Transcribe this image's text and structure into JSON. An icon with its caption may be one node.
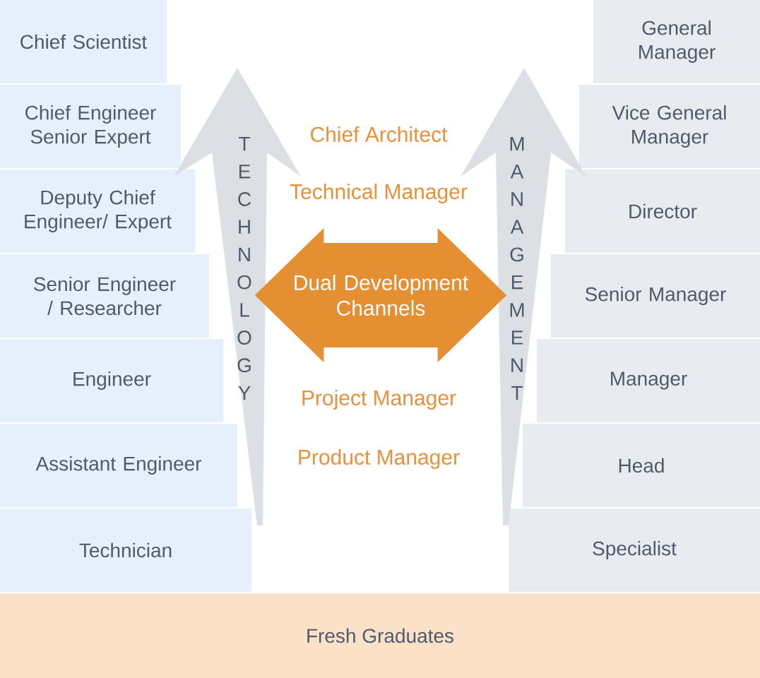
{
  "diagram": {
    "nodes": [
      {
        "text": [
          "Chief Scientist"
        ]
      },
      {
        "text": [
          "Chief Engineer Senior Expert"
        ]
      },
      {
        "text": [
          "Deputy Chief Engineer/ Expert"
        ]
      },
      {
        "text": [
          "Senior Engineer / Researcher"
        ]
      },
      {
        "text": [
          "Engineer"
        ]
      },
      {
        "text": [
          "Assistant Engineer"
        ]
      },
      {
        "text": [
          "Technician"
        ]
      },
      {
        "text": [
          "General Manager"
        ]
      },
      {
        "text": [
          "Vice General Manager"
        ]
      },
      {
        "text": [
          "Director"
        ]
      },
      {
        "text": [
          "Senior Manager"
        ]
      },
      {
        "text": [
          "Manager"
        ]
      },
      {
        "text": [
          "Head"
        ]
      },
      {
        "text": [
          "Specialist"
        ]
      },
      {
        "text": [
          "TECHNOLOGY"
        ]
      },
      {
        "text": [
          "MANAGEMENT"
        ]
      },
      {
        "text": [
          "Fresh Graduates"
        ]
      }
    ],
    "edges": [
      {
        "from": 14,
        "to": 15,
        "arrow": "both",
        "label": "Dual Development Channels"
      }
    ],
    "labels": [
      "Chief Architect",
      "Technical Manager",
      "Project Manager",
      "Product Manager"
    ]
  }
}
